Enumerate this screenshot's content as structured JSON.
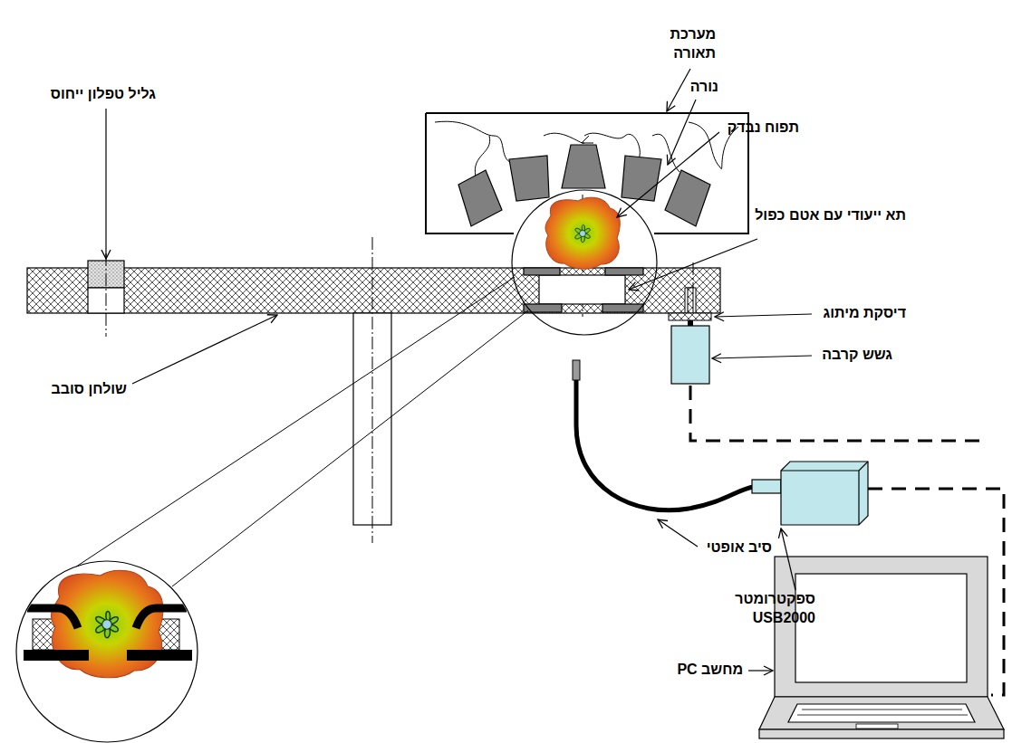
{
  "diagram": {
    "labels": [
      "מערכת תאורה",
      "נורה",
      "גליל טפלון ייחוס",
      "תפוח נבדק",
      "תא ייעודי עם אטם כפול",
      "דיסקת מיתוג",
      "גשש קרבה",
      "שולחן סובב",
      "סיב אופטי",
      "ספקטרומטר USB2000",
      "מחשב PC"
    ]
  }
}
